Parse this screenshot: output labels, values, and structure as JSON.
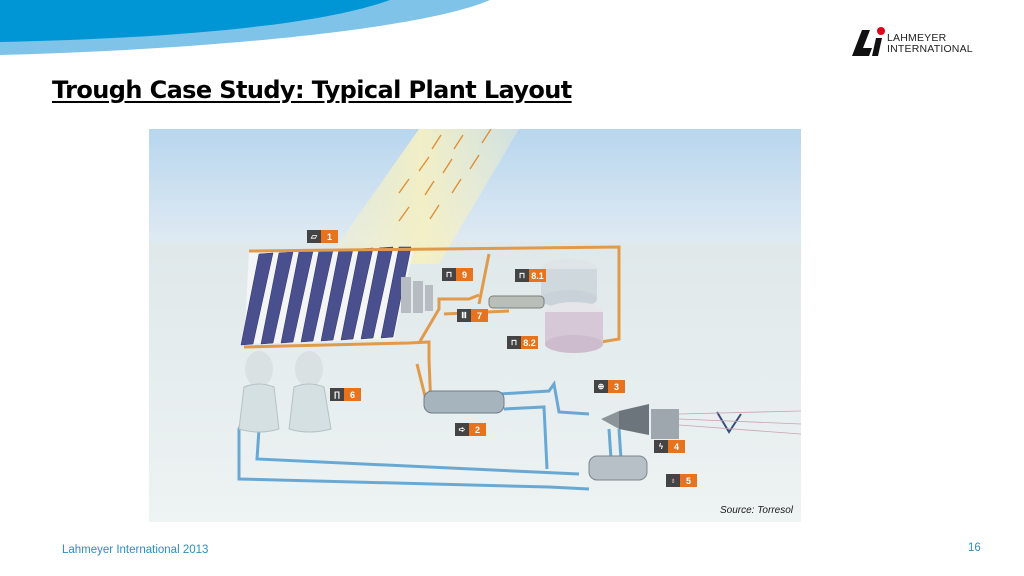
{
  "slide": {
    "title": "Trough Case Study: Typical Plant Layout",
    "footer_left": "Lahmeyer International 2013",
    "page_number": "16"
  },
  "logo": {
    "line1": "LAHMEYER",
    "line2": "INTERNATIONAL",
    "accent_color": "#e3001b"
  },
  "figure": {
    "caption": "Source: Torresol",
    "labels": [
      {
        "id": "1",
        "icon": "solar-field-icon"
      },
      {
        "id": "2",
        "icon": "steam-generator-icon"
      },
      {
        "id": "3",
        "icon": "turbine-icon"
      },
      {
        "id": "4",
        "icon": "lightning-icon"
      },
      {
        "id": "5",
        "icon": "condenser-icon"
      },
      {
        "id": "6",
        "icon": "cooling-tower-icon"
      },
      {
        "id": "7",
        "icon": "heat-exchanger-icon"
      },
      {
        "id": "8.1",
        "icon": "hot-tank-icon"
      },
      {
        "id": "8.2",
        "icon": "cold-tank-icon"
      },
      {
        "id": "9",
        "icon": "auxiliary-heater-icon"
      }
    ]
  },
  "colors": {
    "swoosh_dark": "#0096d6",
    "swoosh_light": "#7fc4e8",
    "label_orange": "#e8731e",
    "label_gray": "#444444",
    "pipe_orange": "#e09a4a",
    "pipe_blue": "#6aa8d4",
    "footer_text": "#2a8fc4"
  }
}
